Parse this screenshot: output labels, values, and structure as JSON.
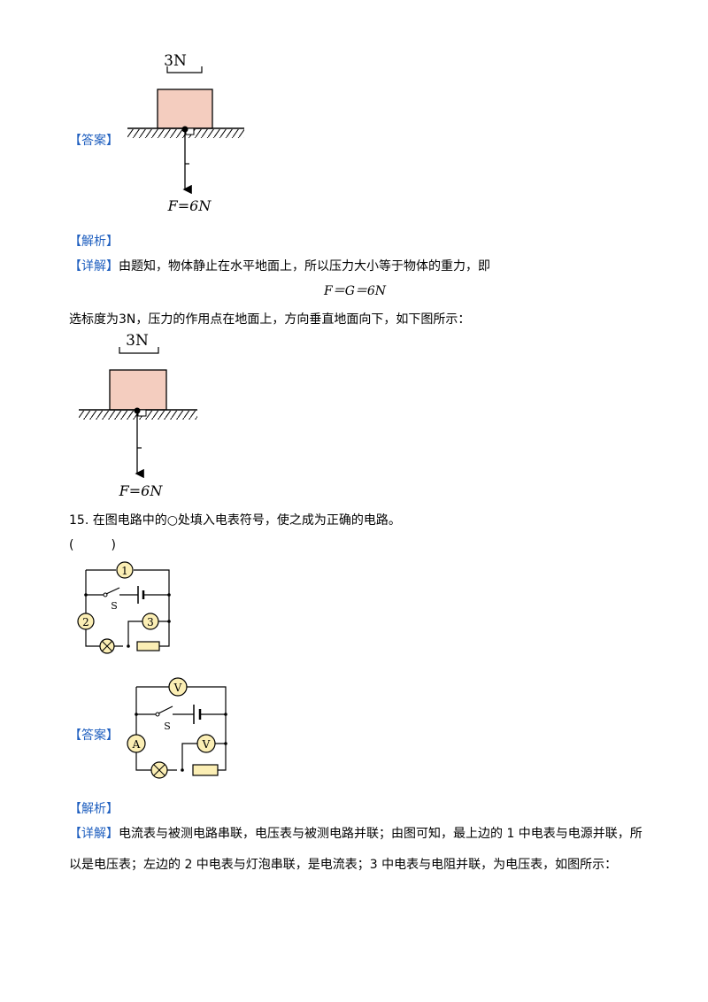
{
  "answer1": {
    "tag": "【答案】",
    "scale_label": "3N",
    "force_label": "F=6N"
  },
  "analysis1": {
    "tag": "【解析】",
    "detail_tag": "【详解】",
    "detail_text": "由题知，物体静止在水平地面上，所以压力大小等于物体的重力，即",
    "formula": "F＝G＝6N",
    "conclusion": "选标度为3N，压力的作用点在地面上，方向垂直地面向下，如下图所示："
  },
  "figure2": {
    "scale_label": "3N",
    "force_label": "F=6N"
  },
  "question15": {
    "stem": "15. 在图电路中的○处填入电表符号，使之成为正确的电路。",
    "blank": "(　　　)",
    "meter_labels": [
      "1",
      "2",
      "3"
    ],
    "switch_label": "S"
  },
  "answer2": {
    "tag": "【答案】",
    "meter_labels": [
      "V",
      "A",
      "V"
    ],
    "switch_label": "S"
  },
  "analysis2": {
    "tag": "【解析】",
    "detail_tag": "【详解】",
    "line1": "电流表与被测电路串联，电压表与被测电路并联；由图可知，最上边的 1 中电表与电源并联，所",
    "line2": "以是电压表；左边的 2 中电表与灯泡串联，是电流表；3 中电表与电阻并联，为电压表，如图所示："
  },
  "colors": {
    "tag_blue": "#1f5fbf",
    "block_fill": "#f4cdbf",
    "meter_fill": "#fbeeb4",
    "resistor_fill": "#fbeeb4"
  }
}
